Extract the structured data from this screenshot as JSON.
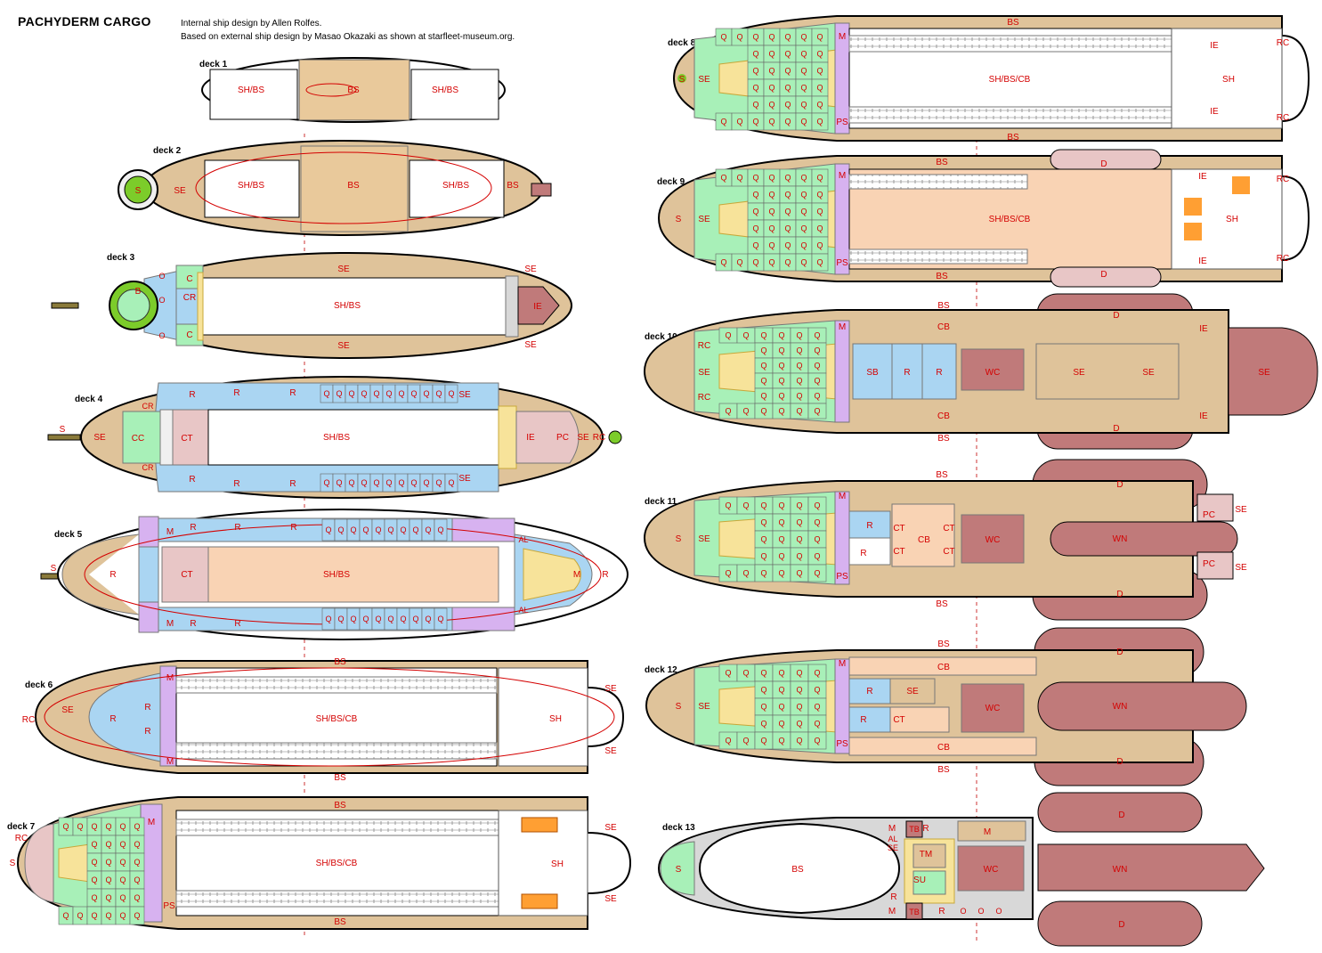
{
  "header": {
    "title": "PACHYDERM CARGO",
    "credit_line1": "Internal ship design by Allen Rolfes.",
    "credit_line2": "Based on external ship design by Masao Okazaki as shown  at starfleet-museum.org."
  },
  "colors": {
    "tan": "#dfc39a",
    "wood": "#e9c99b",
    "light_blue": "#aad5f2",
    "green_quarters": "#a8f0b8",
    "purple": "#d7b2f0",
    "peach": "#f9d3b4",
    "pink_brown": "#c07a7a",
    "light_pink": "#e8c6c6",
    "yellow_corridor": "#f7e39a",
    "gray": "#d8d8d8",
    "bright_green": "#7ccc2a",
    "orange": "#ff9f33",
    "label_red": "#d40000",
    "outline": "#000000"
  },
  "decks": [
    {
      "id": "deck1",
      "label": "deck 1",
      "rooms": [
        "SH/BS",
        "BS",
        "SH/BS"
      ]
    },
    {
      "id": "deck2",
      "label": "deck 2",
      "rooms": [
        "S",
        "SE",
        "SH/BS",
        "BS",
        "SH/BS",
        "BS"
      ]
    },
    {
      "id": "deck3",
      "label": "deck 3",
      "rooms": [
        "SE",
        "SE",
        "B",
        "CR",
        "C",
        "C",
        "O",
        "O",
        "O",
        "SH/BS",
        "SE",
        "SE",
        "IE"
      ]
    },
    {
      "id": "deck4",
      "label": "deck 4",
      "rooms": [
        "S",
        "SE",
        "CC",
        "CR",
        "CR",
        "CT",
        "R",
        "R",
        "R",
        "R",
        "R",
        "R",
        "SH/BS",
        "Q",
        "Q",
        "SE",
        "SE",
        "IE",
        "PC",
        "SE",
        "RC"
      ]
    },
    {
      "id": "deck5",
      "label": "deck 5",
      "rooms": [
        "S",
        "R",
        "M",
        "M",
        "R",
        "R",
        "R",
        "R",
        "R",
        "CT",
        "SH/BS",
        "Q",
        "Q",
        "AL",
        "AL",
        "M",
        "R"
      ]
    },
    {
      "id": "deck6",
      "label": "deck 6",
      "rooms": [
        "RC",
        "SE",
        "R",
        "M",
        "M",
        "R",
        "R",
        "SH/BS/CB",
        "BS",
        "BS",
        "SH",
        "SE",
        "SE"
      ]
    },
    {
      "id": "deck7",
      "label": "deck 7",
      "rooms": [
        "RC",
        "S",
        "Q",
        "M",
        "PS",
        "SH/BS/CB",
        "BS",
        "BS",
        "SH",
        "SE",
        "SE"
      ]
    },
    {
      "id": "deck8",
      "label": "deck 8",
      "rooms": [
        "S",
        "SE",
        "Q",
        "M",
        "PS",
        "SH/BS/CB",
        "BS",
        "BS",
        "SH",
        "IE",
        "IE",
        "RC",
        "RC"
      ]
    },
    {
      "id": "deck9",
      "label": "deck 9",
      "rooms": [
        "S",
        "SE",
        "Q",
        "M",
        "PS",
        "SH/BS/CB",
        "BS",
        "BS",
        "D",
        "D",
        "SH",
        "IE",
        "IE",
        "RC",
        "RC"
      ]
    },
    {
      "id": "deck10",
      "label": "deck 10",
      "rooms": [
        "RC",
        "SE",
        "RC",
        "Q",
        "M",
        "SB",
        "R",
        "R",
        "WC",
        "SE",
        "SE",
        "BS",
        "CB",
        "CB",
        "BS",
        "D",
        "D",
        "SE",
        "IE",
        "IE"
      ]
    },
    {
      "id": "deck11",
      "label": "deck 11",
      "rooms": [
        "S",
        "SE",
        "Q",
        "M",
        "PS",
        "R",
        "R",
        "CT",
        "CT",
        "CT",
        "CT",
        "CB",
        "WC",
        "BS",
        "BS",
        "D",
        "WN",
        "D",
        "PC",
        "PC",
        "SE",
        "SE"
      ]
    },
    {
      "id": "deck12",
      "label": "deck 12",
      "rooms": [
        "S",
        "SE",
        "Q",
        "M",
        "PS",
        "R",
        "SE",
        "R",
        "CT",
        "WC",
        "BS",
        "CB",
        "CB",
        "BS",
        "D",
        "WN",
        "D"
      ]
    },
    {
      "id": "deck13",
      "label": "deck 13",
      "rooms": [
        "S",
        "BS",
        "M",
        "M",
        "TB",
        "TB",
        "AL",
        "SE",
        "R",
        "TM",
        "SU",
        "R",
        "M",
        "WC",
        "R",
        "O",
        "O",
        "O",
        "D",
        "WN",
        "D"
      ]
    }
  ]
}
